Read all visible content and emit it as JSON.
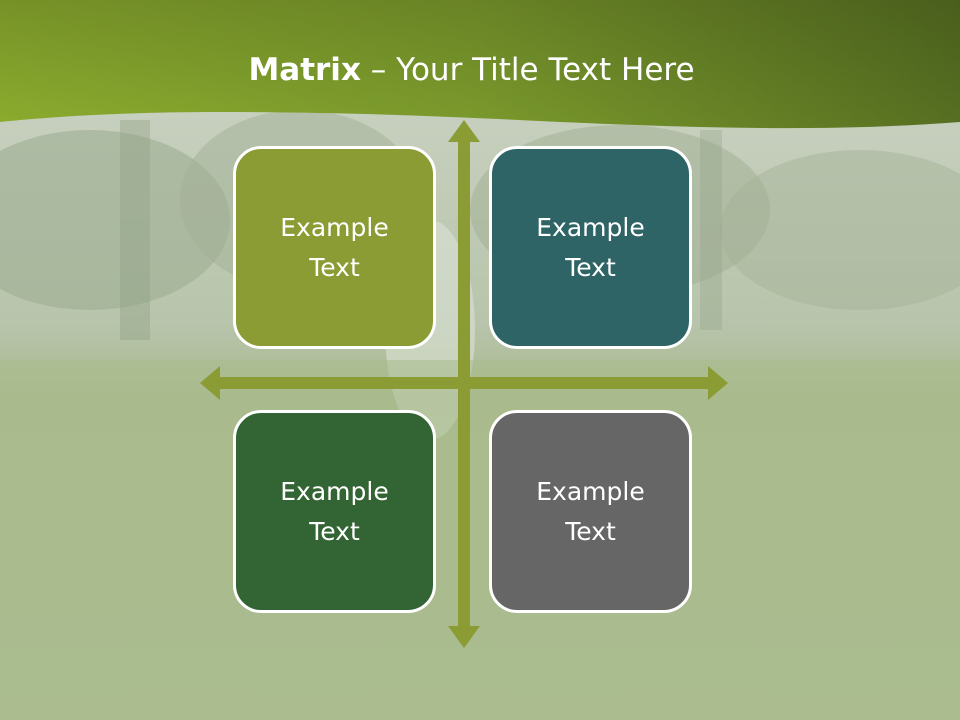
{
  "slide": {
    "title_bold": "Matrix",
    "title_rest": " – Your Title Text Here",
    "quadrants": [
      {
        "line1": "Example",
        "line2": "Text",
        "color": "#8a9c33"
      },
      {
        "line1": "Example",
        "line2": "Text",
        "color": "#2f6467"
      },
      {
        "line1": "Example",
        "line2": "Text",
        "color": "#336433"
      },
      {
        "line1": "Example",
        "line2": "Text",
        "color": "#666666"
      }
    ],
    "colors": {
      "header_green": "#7d9b2a",
      "axis_green": "#8a9c33",
      "background_tint": "#c7d1b9"
    }
  }
}
